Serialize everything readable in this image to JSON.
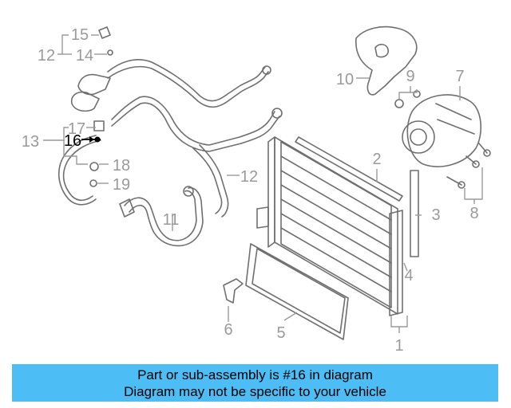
{
  "diagram": {
    "callouts": [
      {
        "id": "1",
        "label": "1"
      },
      {
        "id": "2",
        "label": "2"
      },
      {
        "id": "3",
        "label": "3"
      },
      {
        "id": "4",
        "label": "4"
      },
      {
        "id": "5",
        "label": "5"
      },
      {
        "id": "6",
        "label": "6"
      },
      {
        "id": "7",
        "label": "7"
      },
      {
        "id": "8",
        "label": "8"
      },
      {
        "id": "9",
        "label": "9"
      },
      {
        "id": "10",
        "label": "10"
      },
      {
        "id": "11",
        "label": "11"
      },
      {
        "id": "12a",
        "label": "12"
      },
      {
        "id": "12b",
        "label": "12"
      },
      {
        "id": "13",
        "label": "13"
      },
      {
        "id": "14",
        "label": "14"
      },
      {
        "id": "15",
        "label": "15"
      },
      {
        "id": "16",
        "label": "16"
      },
      {
        "id": "17",
        "label": "17"
      },
      {
        "id": "18",
        "label": "18"
      },
      {
        "id": "19",
        "label": "19"
      }
    ],
    "highlighted_part": "16",
    "colors": {
      "line": "#6f6f6f",
      "label": "#9a9a9a",
      "highlight": "#000000"
    }
  },
  "banner": {
    "line1": "Part or sub-assembly is #16 in diagram",
    "line2": "Diagram may not be specific to your vehicle",
    "background": "#4dbdf5"
  }
}
